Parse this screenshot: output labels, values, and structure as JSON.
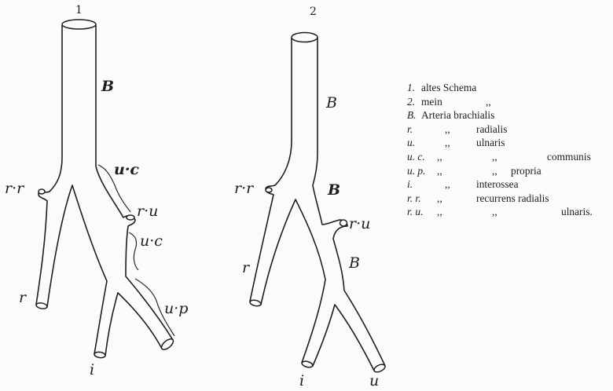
{
  "figure": {
    "figure_1": {
      "number": "1",
      "labels": {
        "B": "B",
        "uc_top": "u·c",
        "rr": "r·r",
        "ru": "r·u",
        "uc_mid": "u·c",
        "up": "u·p",
        "r": "r",
        "i": "i"
      }
    },
    "figure_2": {
      "number": "2",
      "labels": {
        "B_top": "B",
        "B_mid": "B",
        "rr": "r·r",
        "ru": "r·u",
        "B_low": "B",
        "r": "r",
        "i": "i",
        "u": "u"
      }
    }
  },
  "legend": [
    {
      "key": "1.",
      "text": "altes Schema"
    },
    {
      "key": "2.",
      "text": "mein",
      "ditto": ",,"
    },
    {
      "key": "B.",
      "text": "Arteria brachialis"
    },
    {
      "key": "r.",
      "ditto": ",,",
      "text": "radialis"
    },
    {
      "key": "u.",
      "ditto": ",,",
      "text": "ulnaris"
    },
    {
      "key": "u. c.",
      "ditto": ",,",
      "ditto2": ",,",
      "text": "communis"
    },
    {
      "key": "u. p.",
      "ditto": ",,",
      "ditto2": ",,",
      "text": "propria"
    },
    {
      "key": "i.",
      "ditto": ",,",
      "text": "interossea"
    },
    {
      "key": "r. r.",
      "ditto": ",,",
      "text": "recurrens radialis"
    },
    {
      "key": "r. u.",
      "ditto": ",,",
      "ditto2": ",,",
      "text": "ulnaris."
    }
  ]
}
